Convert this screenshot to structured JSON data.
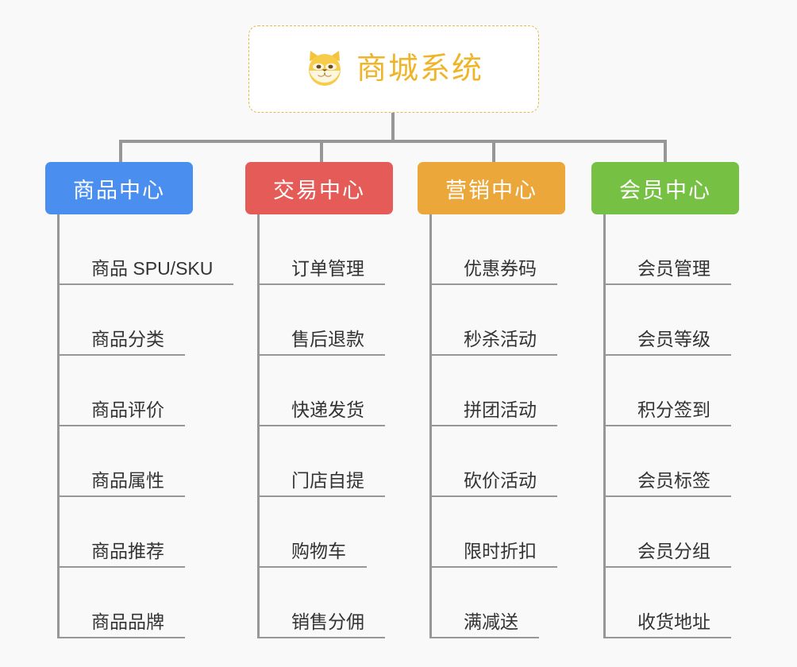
{
  "diagram": {
    "title": "商城系统",
    "root_icon": "shiba-dog-icon",
    "background_color": "#f9f9f9",
    "connector_color": "#979797",
    "root": {
      "label": "商城系统",
      "border_color": "#e8b84b",
      "text_color": "#f0b429",
      "background_color": "#ffffff"
    },
    "branches": [
      {
        "label": "商品中心",
        "color": "#4a8ef0",
        "items": [
          {
            "label": "商品 SPU/SKU"
          },
          {
            "label": "商品分类"
          },
          {
            "label": "商品评价"
          },
          {
            "label": "商品属性"
          },
          {
            "label": "商品推荐"
          },
          {
            "label": "商品品牌"
          }
        ]
      },
      {
        "label": "交易中心",
        "color": "#e45b58",
        "items": [
          {
            "label": "订单管理"
          },
          {
            "label": "售后退款"
          },
          {
            "label": "快递发货"
          },
          {
            "label": "门店自提"
          },
          {
            "label": "购物车"
          },
          {
            "label": "销售分佣"
          }
        ]
      },
      {
        "label": "营销中心",
        "color": "#eca73b",
        "items": [
          {
            "label": "优惠券码"
          },
          {
            "label": "秒杀活动"
          },
          {
            "label": "拼团活动"
          },
          {
            "label": "砍价活动"
          },
          {
            "label": "限时折扣"
          },
          {
            "label": "满减送"
          }
        ]
      },
      {
        "label": "会员中心",
        "color": "#76c043",
        "items": [
          {
            "label": "会员管理"
          },
          {
            "label": "会员等级"
          },
          {
            "label": "积分签到"
          },
          {
            "label": "会员标签"
          },
          {
            "label": "会员分组"
          },
          {
            "label": "收货地址"
          }
        ]
      }
    ]
  }
}
